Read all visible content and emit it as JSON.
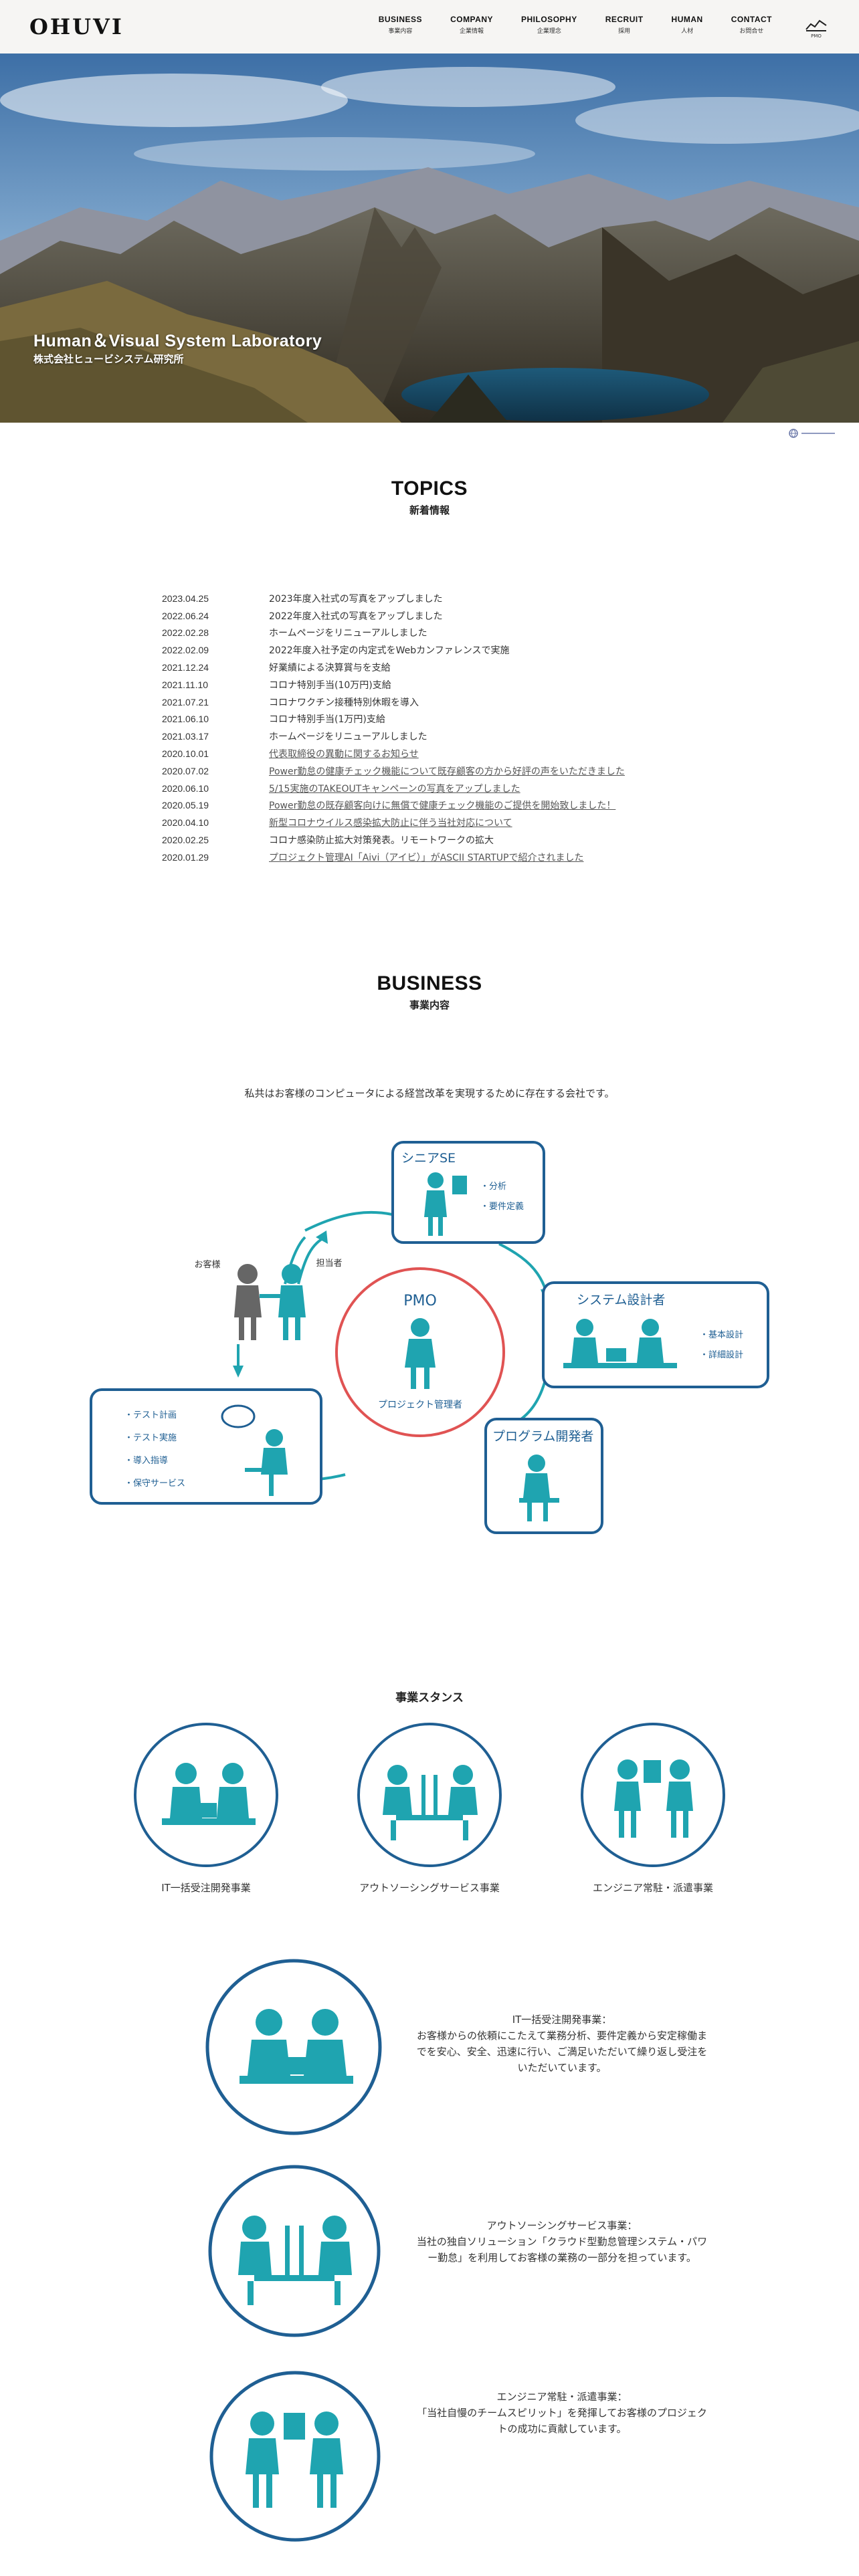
{
  "header": {
    "logo_text": "OHUVI",
    "nav": [
      {
        "en": "BUSINESS",
        "ja": "事業内容"
      },
      {
        "en": "COMPANY",
        "ja": "企業情報"
      },
      {
        "en": "PHILOSOPHY",
        "ja": "企業理念"
      },
      {
        "en": "RECRUIT",
        "ja": "採用"
      },
      {
        "en": "HUMAN",
        "ja": "人材"
      },
      {
        "en": "CONTACT",
        "ja": "お問合せ"
      }
    ],
    "side_logo_label": "PMO"
  },
  "hero": {
    "title": "Human＆Visual System Laboratory",
    "subtitle": "株式会社ヒュービシステム研究所"
  },
  "topics": {
    "title_en": "TOPICS",
    "title_ja": "新着情報",
    "items": [
      {
        "date": "2023.04.25",
        "text": "2023年度入社式の写真をアップしました",
        "link": false
      },
      {
        "date": "2022.06.24",
        "text": "2022年度入社式の写真をアップしました",
        "link": false
      },
      {
        "date": "2022.02.28",
        "text": "ホームページをリニューアルしました",
        "link": false
      },
      {
        "date": "2022.02.09",
        "text": "2022年度入社予定の内定式をWebカンファレンスで実施",
        "link": false
      },
      {
        "date": "2021.12.24",
        "text": "好業績による決算賞与を支給",
        "link": false
      },
      {
        "date": "2021.11.10",
        "text": "コロナ特別手当(10万円)支給",
        "link": false
      },
      {
        "date": "2021.07.21",
        "text": "コロナワクチン接種特別休暇を導入",
        "link": false
      },
      {
        "date": "2021.06.10",
        "text": "コロナ特別手当(1万円)支給",
        "link": false
      },
      {
        "date": "2021.03.17",
        "text": "ホームページをリニューアルしました",
        "link": false
      },
      {
        "date": "2020.10.01",
        "text": "代表取締役の異動に関するお知らせ",
        "link": true
      },
      {
        "date": "2020.07.02",
        "text": "Power勤怠の健康チェック機能について既存顧客の方から好評の声をいただきました",
        "link": true
      },
      {
        "date": "2020.06.10",
        "text": "5/15実施のTAKEOUTキャンペーンの写真をアップしました",
        "link": true
      },
      {
        "date": "2020.05.19",
        "text": "Power勤怠の既存顧客向けに無償で健康チェック機能のご提供を開始致しました！",
        "link": true
      },
      {
        "date": "2020.04.10",
        "text": "新型コロナウイルス感染拡大防止に伴う当社対応について",
        "link": true
      },
      {
        "date": "2020.02.25",
        "text": "コロナ感染防止拡大対策発表。リモートワークの拡大",
        "link": false
      },
      {
        "date": "2020.01.29",
        "text": "プロジェクト管理AI「Aivi（アイビ）」がASCII STARTUPで紹介されました",
        "link": true
      }
    ]
  },
  "business": {
    "title_en": "BUSINESS",
    "title_ja": "事業内容",
    "lead": "私共はお客様のコンピュータによる経営改革を実現するために存在する会社です。",
    "diagram": {
      "pmo": "PMO",
      "pmo_sub": "プロジェクト管理者",
      "customer": "お客様",
      "manager": "担当者",
      "senior_se": "シニアSE",
      "senior_items": [
        "・分析",
        "・要件定義"
      ],
      "sys_designer": "システム設計者",
      "designer_items": [
        "・基本設計",
        "・詳細設計"
      ],
      "programmer": "プログラム開発者",
      "test_items": [
        "・テスト計画",
        "・テスト実施",
        "・導入指導",
        "・保守サービス"
      ]
    },
    "stance_title": "事業スタンス",
    "stances": [
      "IT一括受注開発事業",
      "アウトソーシングサービス事業",
      "エンジニア常駐・派遣事業"
    ],
    "details": [
      {
        "title": "IT一括受注開発事業：",
        "body": "お客様からの依頼にこたえて業務分析、要件定義から安定稼働までを安心、安全、迅速に行い、ご満足いただいて繰り返し受注をいただいています。"
      },
      {
        "title": "アウトソーシングサービス事業：",
        "body": "当社の独自ソリューション「クラウド型勤怠管理システム・パワー勤怠」を利用してお客様の業務の一部分を担っています。"
      },
      {
        "title": "エンジニア常駐・派遣事業：",
        "body": "「当社自慢のチームスピリット」を発揮してお客様のプロジェクトの成功に貢献しています。"
      }
    ]
  },
  "colors": {
    "teal": "#1fa4b0",
    "navy": "#1f5f93",
    "red": "#e05353",
    "header_bg": "#f6f5f3"
  }
}
